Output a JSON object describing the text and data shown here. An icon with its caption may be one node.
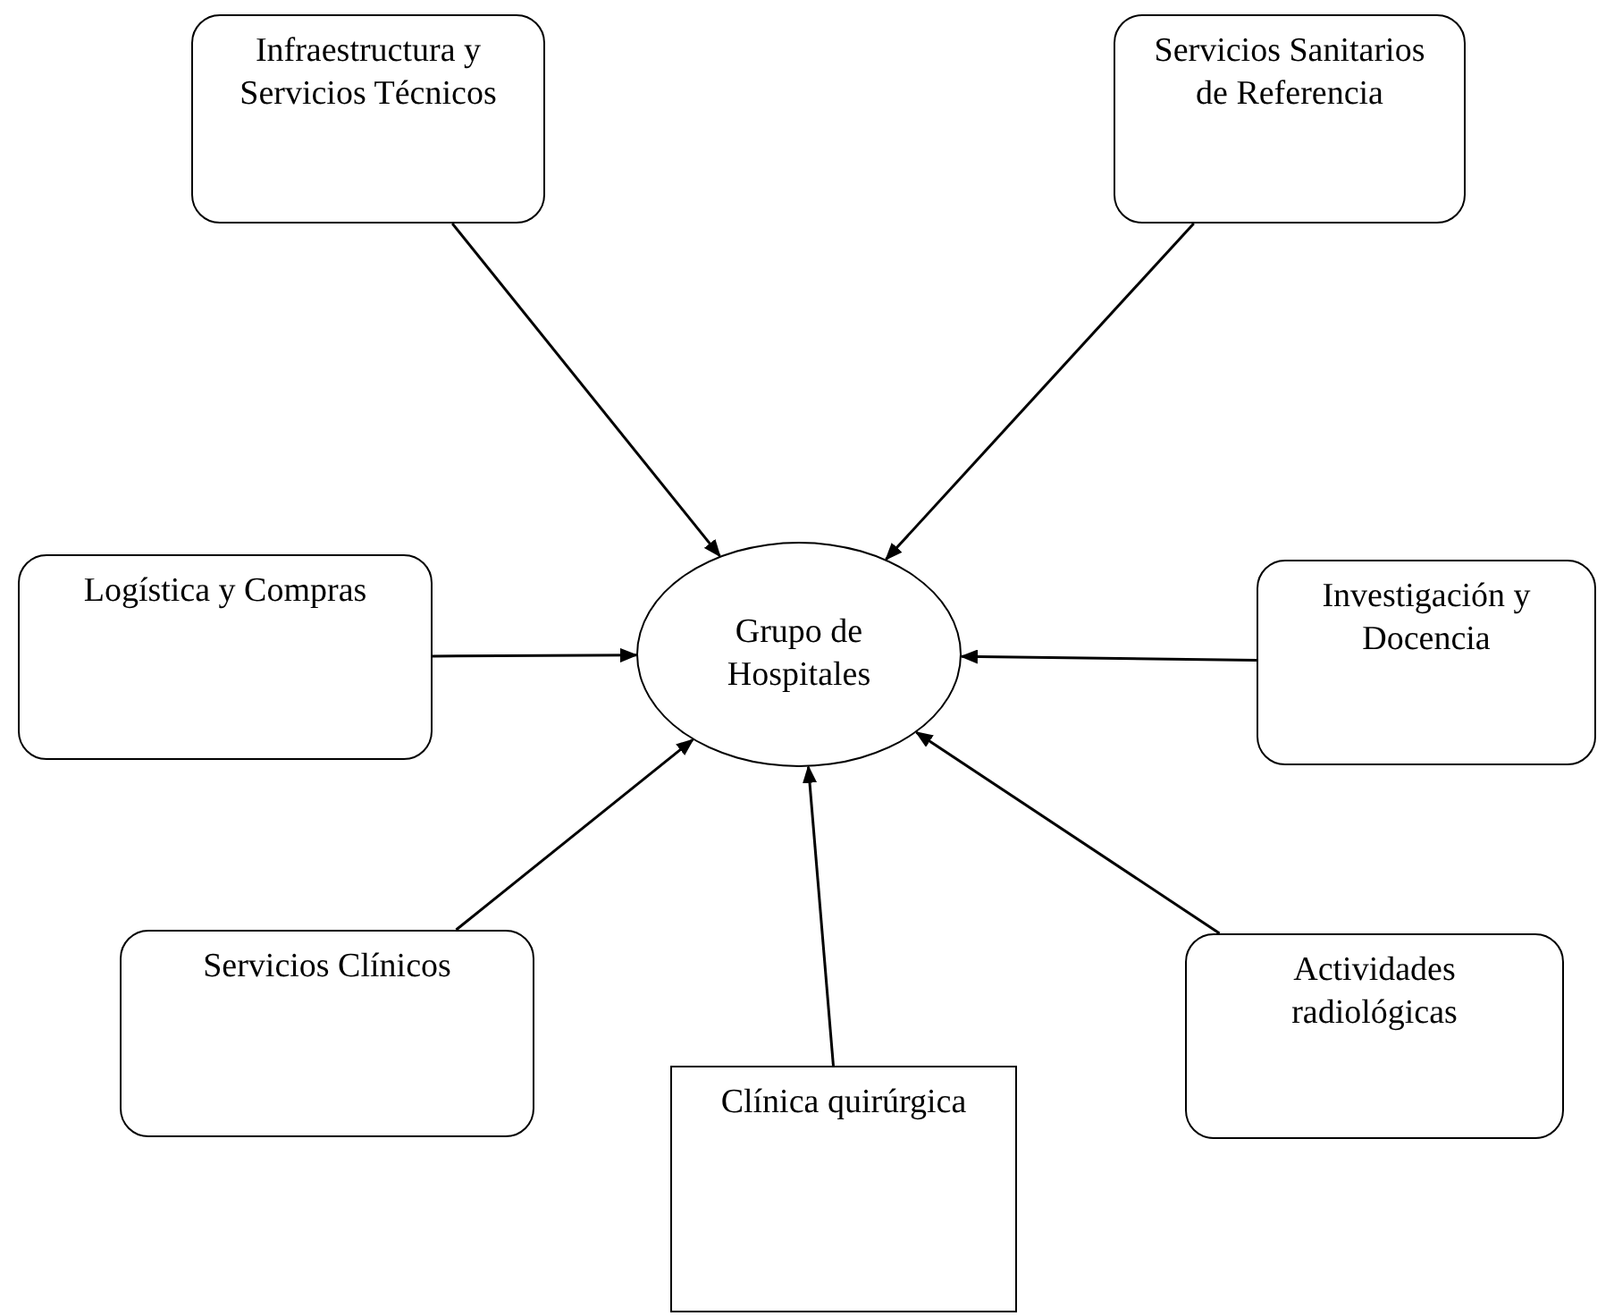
{
  "diagram": {
    "nodes": [
      {
        "text": [
          "Grupo de Hospitales"
        ]
      },
      {
        "text": [
          "Infraestructura y Servicios Técnicos"
        ]
      },
      {
        "text": [
          "Servicios Sanitarios de Referencia"
        ]
      },
      {
        "text": [
          "Logística y Compras"
        ]
      },
      {
        "text": [
          "Investigación y Docencia"
        ]
      },
      {
        "text": [
          "Servicios Clínicos"
        ]
      },
      {
        "text": [
          "Actividades radiológicas"
        ]
      },
      {
        "text": [
          "Clínica quirúrgica"
        ]
      }
    ],
    "edges": [
      {
        "from": 1,
        "to": 0,
        "arrow": "to"
      },
      {
        "from": 2,
        "to": 0,
        "arrow": "to"
      },
      {
        "from": 3,
        "to": 0,
        "arrow": "to"
      },
      {
        "from": 4,
        "to": 0,
        "arrow": "to"
      },
      {
        "from": 5,
        "to": 0,
        "arrow": "to"
      },
      {
        "from": 6,
        "to": 0,
        "arrow": "to"
      },
      {
        "from": 7,
        "to": 0,
        "arrow": "to"
      }
    ]
  }
}
